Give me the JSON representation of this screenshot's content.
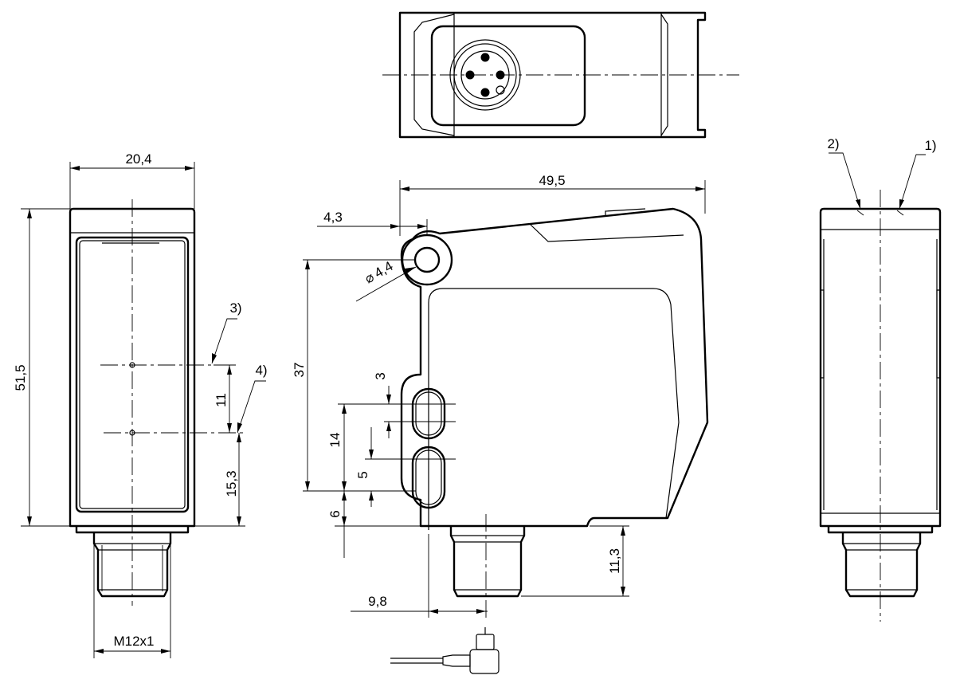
{
  "dimensions": {
    "width_front": "20,4",
    "height_total": "51,5",
    "offset_11": "11",
    "offset_15_3": "15,3",
    "thread": "M12x1",
    "length": "49,5",
    "hole_offset": "4,3",
    "hole_dia": "4,4",
    "height_37": "37",
    "slot_3": "3",
    "slot_14": "14",
    "slot_5": "5",
    "slot_6": "6",
    "conn_height": "11,3",
    "conn_offset": "9,8"
  },
  "callouts": {
    "c1": "1)",
    "c2": "2)",
    "c3": "3)",
    "c4": "4)"
  },
  "symbols": {
    "diameter": "⌀"
  }
}
